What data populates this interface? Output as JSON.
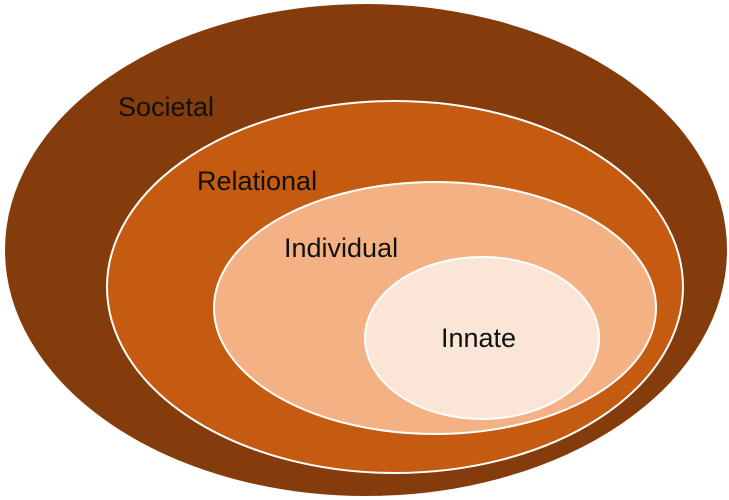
{
  "diagram": {
    "layers": [
      {
        "label": "Societal",
        "color": "#843C0C"
      },
      {
        "label": "Relational",
        "color": "#C55A11"
      },
      {
        "label": "Individual",
        "color": "#F4B183"
      },
      {
        "label": "Innate",
        "color": "#FBE5D6"
      }
    ],
    "background": "#FFFFFF"
  }
}
